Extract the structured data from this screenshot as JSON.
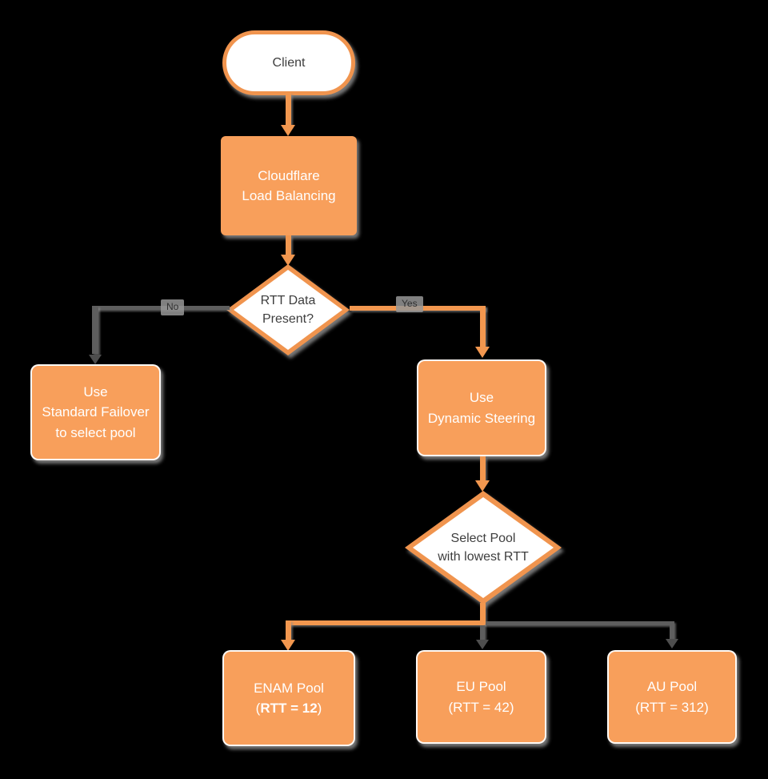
{
  "diagram": {
    "description": "Cloudflare Load Balancing dynamic steering flowchart",
    "nodes": {
      "client": {
        "label": "Client"
      },
      "cloudflare_lb": {
        "line1": "Cloudflare",
        "line2": "Load Balancing"
      },
      "rtt_decision": {
        "line1": "RTT Data",
        "line2": "Present?"
      },
      "standard_failover": {
        "line1": "Use",
        "line2": "Standard Failover",
        "line3": "to select pool"
      },
      "dynamic_steering": {
        "line1": "Use",
        "line2": "Dynamic Steering"
      },
      "select_pool": {
        "line1": "Select Pool",
        "line2": "with lowest RTT"
      },
      "enam_pool": {
        "line1": "ENAM Pool",
        "rtt_open": "(",
        "rtt_value": "RTT = 12",
        "rtt_close": ")"
      },
      "eu_pool": {
        "line1": "EU Pool",
        "line2": "(RTT = 42)"
      },
      "au_pool": {
        "line1": "AU Pool",
        "line2": "(RTT = 312)"
      }
    },
    "edges": {
      "no_label": "No",
      "yes_label": "Yes"
    },
    "colors": {
      "background": "#000000",
      "node_fill_orange": "#F89F5B",
      "outline_orange": "#F0944E",
      "connector_orange": "#F2974F",
      "connector_gray": "#5E5E5E",
      "arrowhead_gray": "#4E4E4E",
      "shadow_gray": "#8C8C8C",
      "text_dark": "#3E3E3E",
      "text_light": "#FFFFFF"
    }
  }
}
